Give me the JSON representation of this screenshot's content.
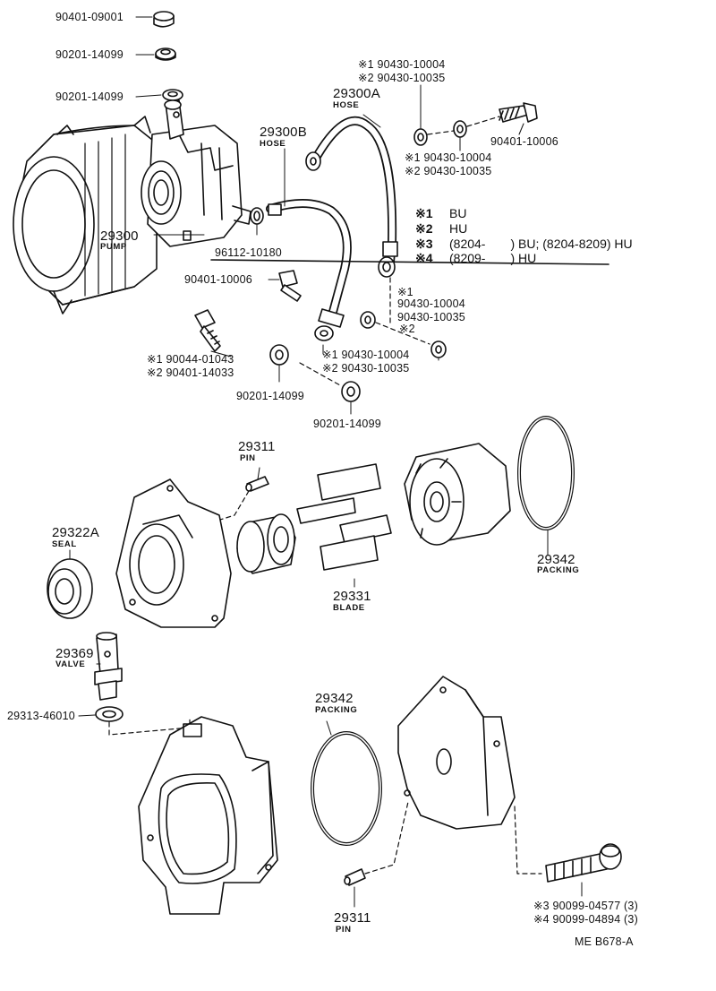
{
  "labels": {
    "p90401_09001": "90401-09001",
    "p90201_14099_a": "90201-14099",
    "p90201_14099_b": "90201-14099",
    "p29300b": "29300B",
    "p29300b_sub": "HOSE",
    "p29300a": "29300A",
    "p29300a_sub": "HOSE",
    "p29300": "29300",
    "p29300_sub": "PUMP",
    "p96112": "96112-10180",
    "p90401_10006_a": "90401-10006",
    "p90401_10006_b": "90401-10006",
    "top_sw1": "※1 90430-10004",
    "top_sw2": "※2 90430-10035",
    "mid_sw1": "※1 90430-10004",
    "mid_sw2": "※2 90430-10035",
    "right_sw1": "※1",
    "right_sw1_num": "90430-10004",
    "right_sw2_num": "90430-10035",
    "right_sw2": "※2",
    "low_sw1": "※1 90430-10004",
    "low_sw2": "※2 90430-10035",
    "bolt_sw1": "※1 90044-01043",
    "bolt_sw2": "※2 90401-14033",
    "p90201_14099_c": "90201-14099",
    "p90201_14099_d": "90201-14099",
    "p29311_a": "29311",
    "p29311_a_sub": "PIN",
    "p29322a": "29322A",
    "p29322a_sub": "SEAL",
    "p29331": "29331",
    "p29331_sub": "BLADE",
    "p29342_a": "29342",
    "p29342_a_sub": "PACKING",
    "p29369": "29369",
    "p29369_sub": "VALVE",
    "p29313": "29313-46010",
    "p29342_b": "29342",
    "p29342_b_sub": "PACKING",
    "p29311_b": "29311",
    "p29311_b_sub": "PIN",
    "bolt_final_1": "※3 90099-04577 (3)",
    "bolt_final_2": "※4 90099-04894 (3)",
    "code": "ME B678-A"
  },
  "notes": [
    {
      "mark": "※1",
      "text": "BU"
    },
    {
      "mark": "※2",
      "text": "HU"
    },
    {
      "mark": "※3",
      "text": "(8204-　　) BU; (8204-8209) HU"
    },
    {
      "mark": "※4",
      "text": "(8209-　　) HU"
    }
  ]
}
